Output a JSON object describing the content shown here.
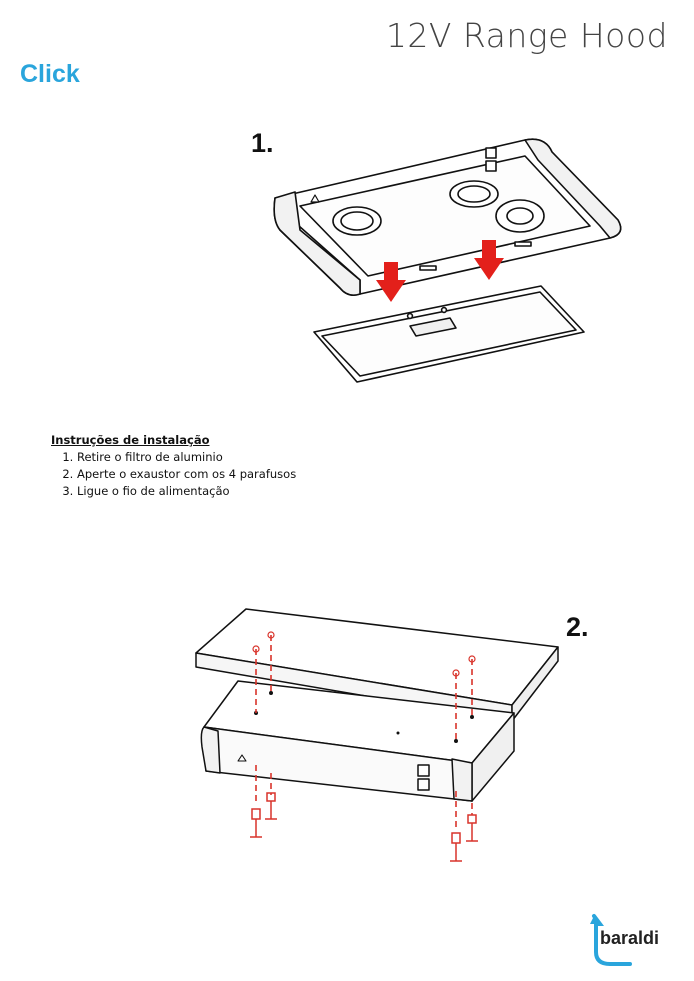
{
  "header": {
    "title": "12V Range Hood",
    "brand": "Click"
  },
  "steps": {
    "step1_label": "1.",
    "step2_label": "2."
  },
  "instructions": {
    "heading": "Instruções de instalação",
    "items": [
      "Retire o filtro de aluminio",
      "Aperte o exaustor com os 4 parafusos",
      "Ligue o fio de alimentação"
    ]
  },
  "footer": {
    "logo_text": "baraldi"
  },
  "colors": {
    "brand_blue": "#2aa5dc",
    "arrow_red": "#e3201b",
    "screw_red": "#d9342b"
  },
  "icons": {
    "step1": "filter-removal-diagram",
    "step2": "screw-mounting-diagram",
    "logo": "baraldi-logo-icon"
  }
}
